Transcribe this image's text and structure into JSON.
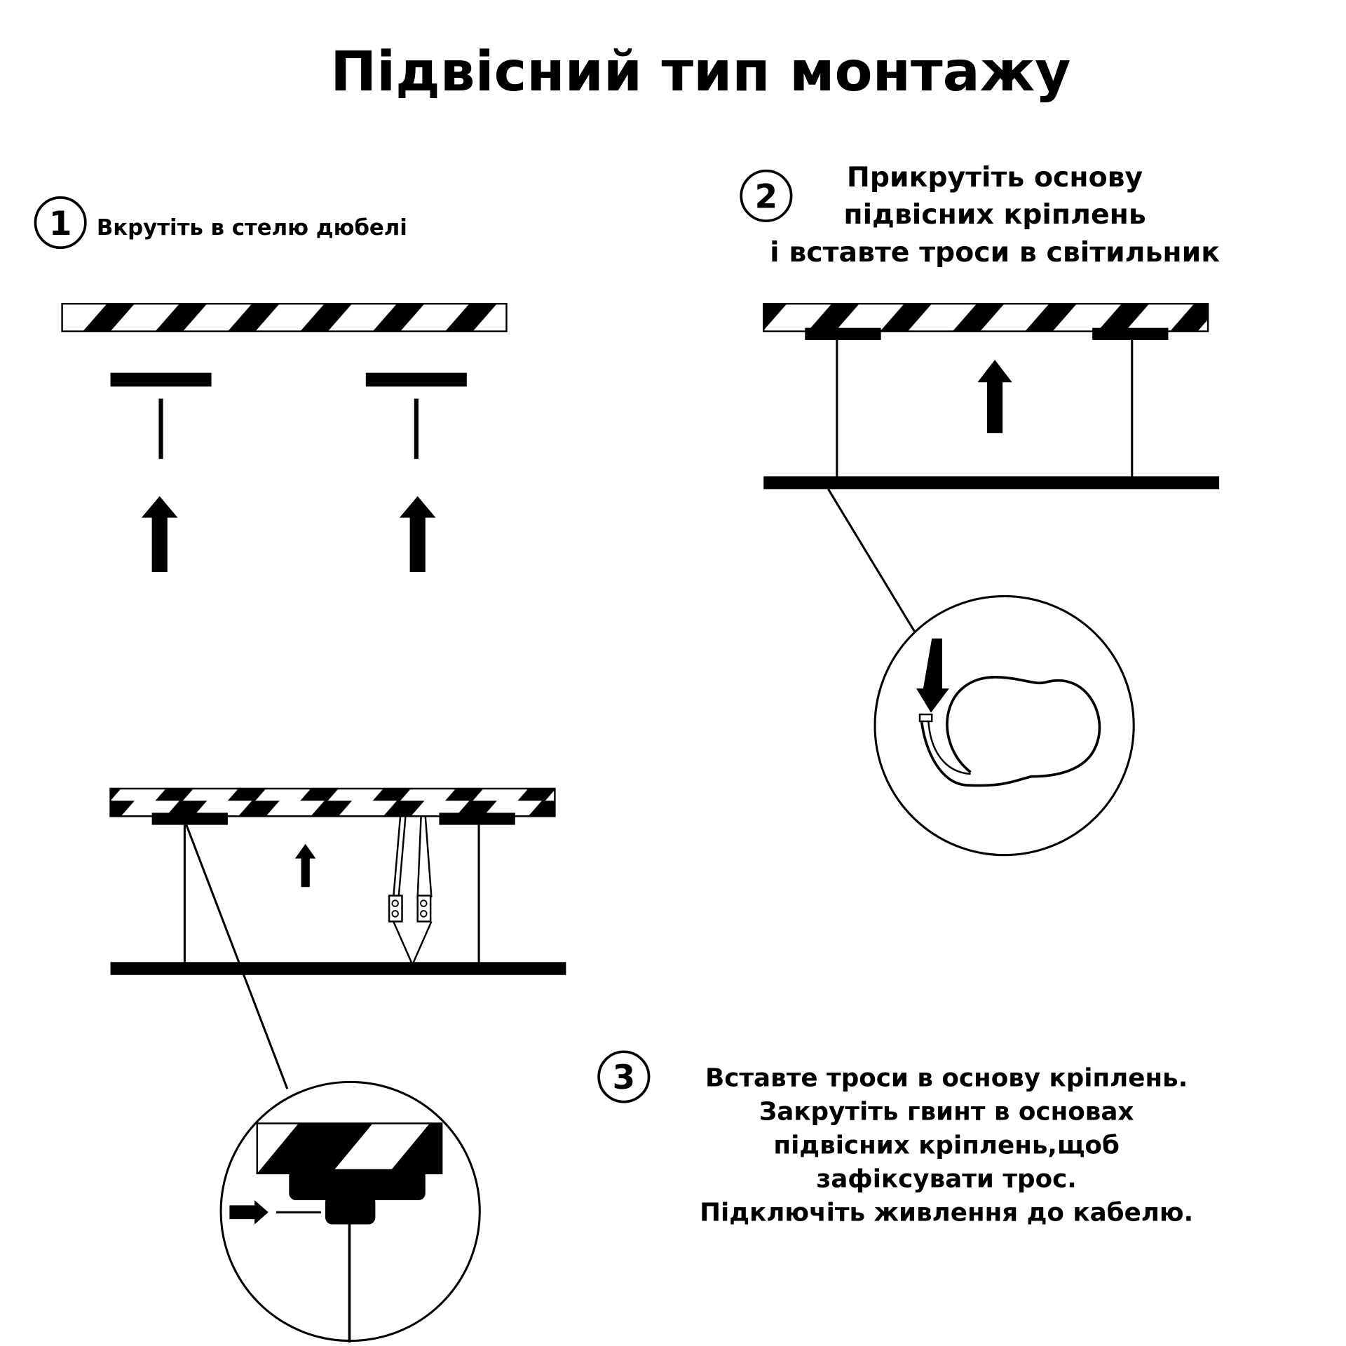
{
  "title": "Підвісний тип монтажу",
  "steps": [
    {
      "number": "1",
      "lines": [
        "Вкрутіть в стелю дюбелі"
      ]
    },
    {
      "number": "2",
      "lines": [
        "Прикрутіть основу",
        "підвісних кріплень",
        "і вставте троси в світильник"
      ]
    },
    {
      "number": "3",
      "lines": [
        "Вставте троси в основу кріплень.",
        "Закрутіть гвинт в основах",
        "підвісних кріплень,щоб",
        "зафіксувати трос.",
        "Підключіть живлення до кабелю."
      ]
    }
  ],
  "colors": {
    "ink": "#000000",
    "background": "#ffffff"
  }
}
